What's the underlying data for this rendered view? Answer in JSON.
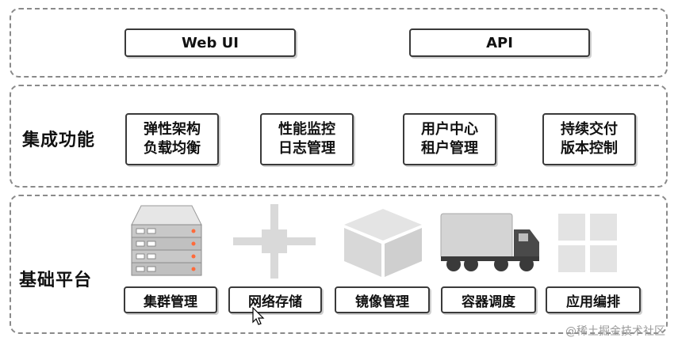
{
  "top_layer": {
    "items": [
      "Web UI",
      "API"
    ]
  },
  "mid_layer": {
    "label": "集成功能",
    "items": [
      {
        "line1": "弹性架构",
        "line2": "负载均衡"
      },
      {
        "line1": "性能监控",
        "line2": "日志管理"
      },
      {
        "line1": "用户中心",
        "line2": "租户管理"
      },
      {
        "line1": "持续交付",
        "line2": "版本控制"
      }
    ]
  },
  "bottom_layer": {
    "label": "基础平台",
    "items": [
      {
        "label": "集群管理",
        "icon": "server-rack-icon"
      },
      {
        "label": "网络存储",
        "icon": "network-cross-icon"
      },
      {
        "label": "镜像管理",
        "icon": "cube-icon"
      },
      {
        "label": "容器调度",
        "icon": "truck-icon"
      },
      {
        "label": "应用编排",
        "icon": "grid-tiles-icon"
      }
    ]
  },
  "watermark": "@稀土掘金技术社区",
  "colors": {
    "border_dashed": "#8a8a8a",
    "box_border": "#3a3a3a",
    "icon_gray": "#d9d9d9",
    "icon_dark": "#4a4a4a"
  }
}
